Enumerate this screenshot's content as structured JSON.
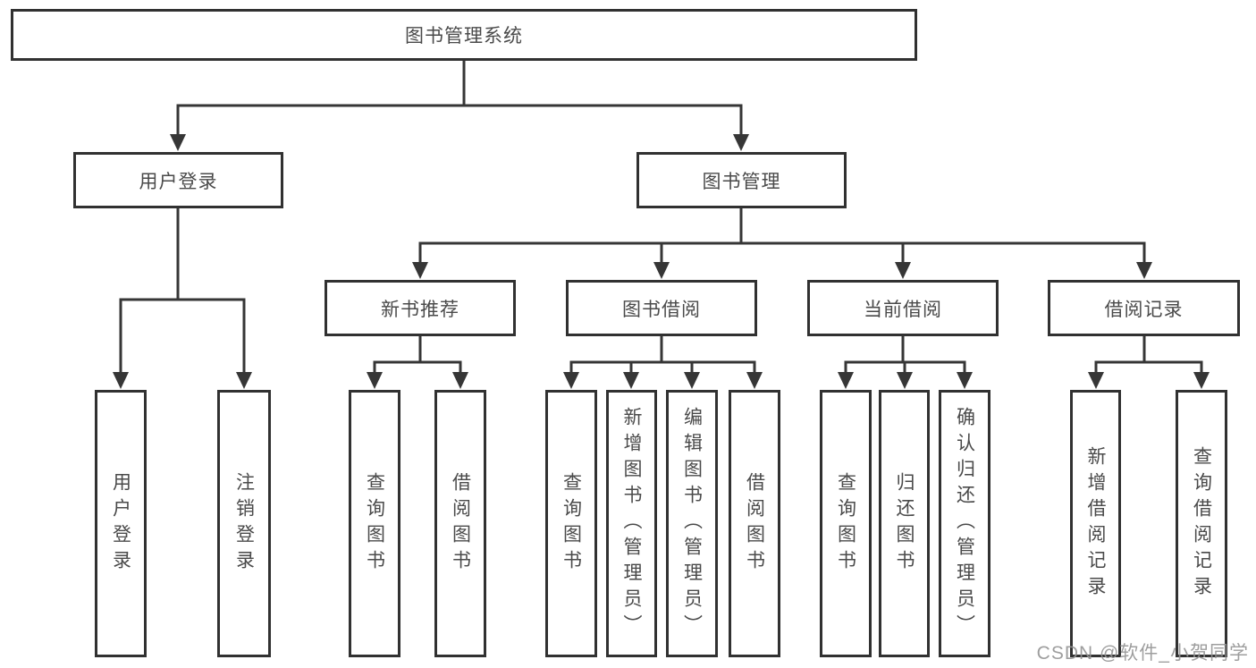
{
  "colors": {
    "line": "#313131",
    "box_border": "#313131",
    "box_text": "#4a4a4a",
    "watermark": "#949494",
    "background": "#ffffff"
  },
  "watermark": "CSDN @软件_小贺同学",
  "tree": {
    "label": "图书管理系统",
    "children": [
      {
        "label": "用户登录",
        "children": [
          {
            "label": "用户登录"
          },
          {
            "label": "注销登录"
          }
        ]
      },
      {
        "label": "图书管理",
        "children": [
          {
            "label": "新书推荐",
            "children": [
              {
                "label": "查询图书"
              },
              {
                "label": "借阅图书"
              }
            ]
          },
          {
            "label": "图书借阅",
            "children": [
              {
                "label": "查询图书"
              },
              {
                "label": "新增图书（管理员）"
              },
              {
                "label": "编辑图书（管理员）"
              },
              {
                "label": "借阅图书"
              }
            ]
          },
          {
            "label": "当前借阅",
            "children": [
              {
                "label": "查询图书"
              },
              {
                "label": "归还图书"
              },
              {
                "label": "确认归还（管理员）"
              }
            ]
          },
          {
            "label": "借阅记录",
            "children": [
              {
                "label": "新增借阅记录"
              },
              {
                "label": "查询借阅记录"
              }
            ]
          }
        ]
      }
    ]
  }
}
